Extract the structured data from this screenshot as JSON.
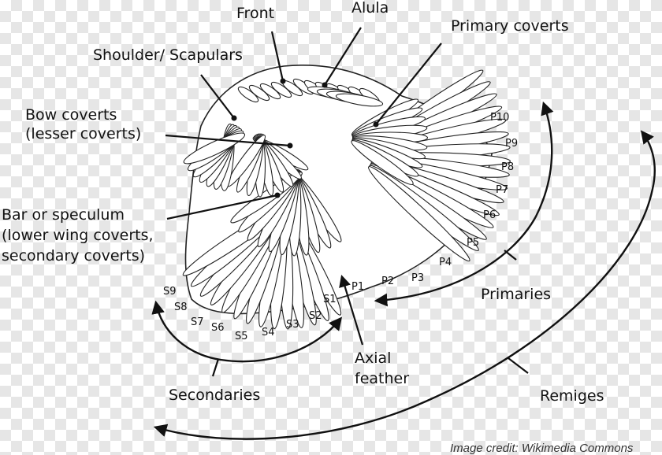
{
  "labels": {
    "front": "Front",
    "alula": "Alula",
    "primary_coverts": "Primary coverts",
    "shoulder": "Shoulder/ Scapulars",
    "bow_line1": "Bow coverts",
    "bow_line2": "(lesser coverts)",
    "bar_line1": "Bar or speculum",
    "bar_line2": "(lower wing coverts,",
    "bar_line3": "secondary coverts)",
    "primaries": "Primaries",
    "axial_line1": "Axial",
    "axial_line2": "feather",
    "secondaries": "Secondaries",
    "remiges": "Remiges"
  },
  "primaries": [
    "P1",
    "P2",
    "P3",
    "P4",
    "P5",
    "P6",
    "P7",
    "P8",
    "P9",
    "P10"
  ],
  "secondaries": [
    "S1",
    "S2",
    "S3",
    "S4",
    "S5",
    "S6",
    "S7",
    "S8",
    "S9"
  ],
  "credit": "Image credit: Wikimedia Commons"
}
